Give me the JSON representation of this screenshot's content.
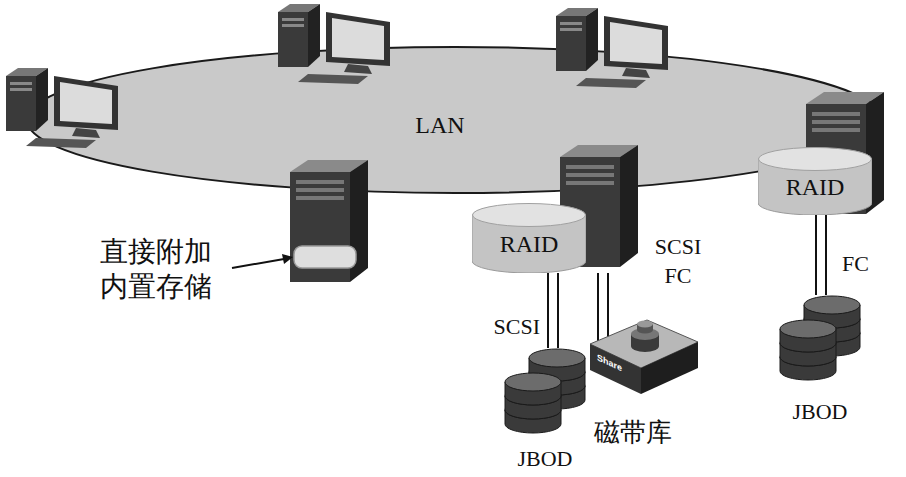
{
  "diagram": {
    "nodes": [
      {
        "text": [
          "LAN"
        ]
      },
      {
        "text": [
          "RAID"
        ]
      },
      {
        "text": [
          "RAID"
        ]
      },
      {
        "text": [
          "JBOD"
        ]
      },
      {
        "text": [
          "Share",
          "磁带库"
        ]
      },
      {
        "text": [
          "JBOD"
        ]
      }
    ],
    "edges": [
      {
        "from": 1,
        "to": 3,
        "arrow": "none",
        "label": "SCSI"
      },
      {
        "from": 1,
        "to": 4,
        "arrow": "none",
        "label": "SCSI FC"
      },
      {
        "from": 2,
        "to": 5,
        "arrow": "none",
        "label": "FC"
      }
    ],
    "labels": [
      "直接附加 内置存储"
    ]
  }
}
